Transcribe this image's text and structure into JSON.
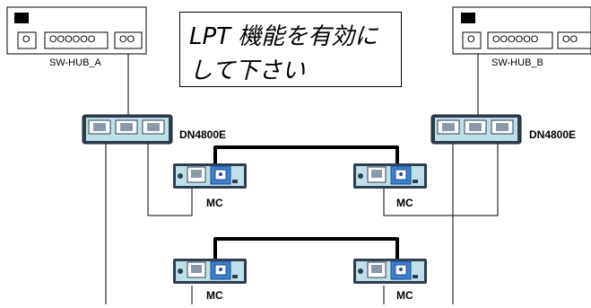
{
  "hubs": [
    {
      "id": "a",
      "label": "SW-HUB_A",
      "led_color": "#000000",
      "ports": [
        "O",
        "OOOOOO",
        "OO"
      ]
    },
    {
      "id": "b",
      "label": "SW-HUB_B",
      "led_color": "#000000",
      "ports": [
        "O",
        "OOOOOO",
        "OO"
      ]
    }
  ],
  "switches": [
    {
      "id": "left",
      "label": "DN4800E"
    },
    {
      "id": "right",
      "label": "DN4800E"
    }
  ],
  "media_converters": [
    {
      "id": "mc-tl",
      "label": "MC"
    },
    {
      "id": "mc-tr",
      "label": "MC"
    },
    {
      "id": "mc-bl",
      "label": "MC"
    },
    {
      "id": "mc-br",
      "label": "MC"
    }
  ],
  "callout": {
    "line1": "LPT 機能を有効に",
    "line2": "して下さい"
  },
  "colors": {
    "device_body": "#bfe0e8",
    "device_port": "#8a99a8",
    "fiber_port": "#3a7fd0",
    "cable": "#000000"
  }
}
